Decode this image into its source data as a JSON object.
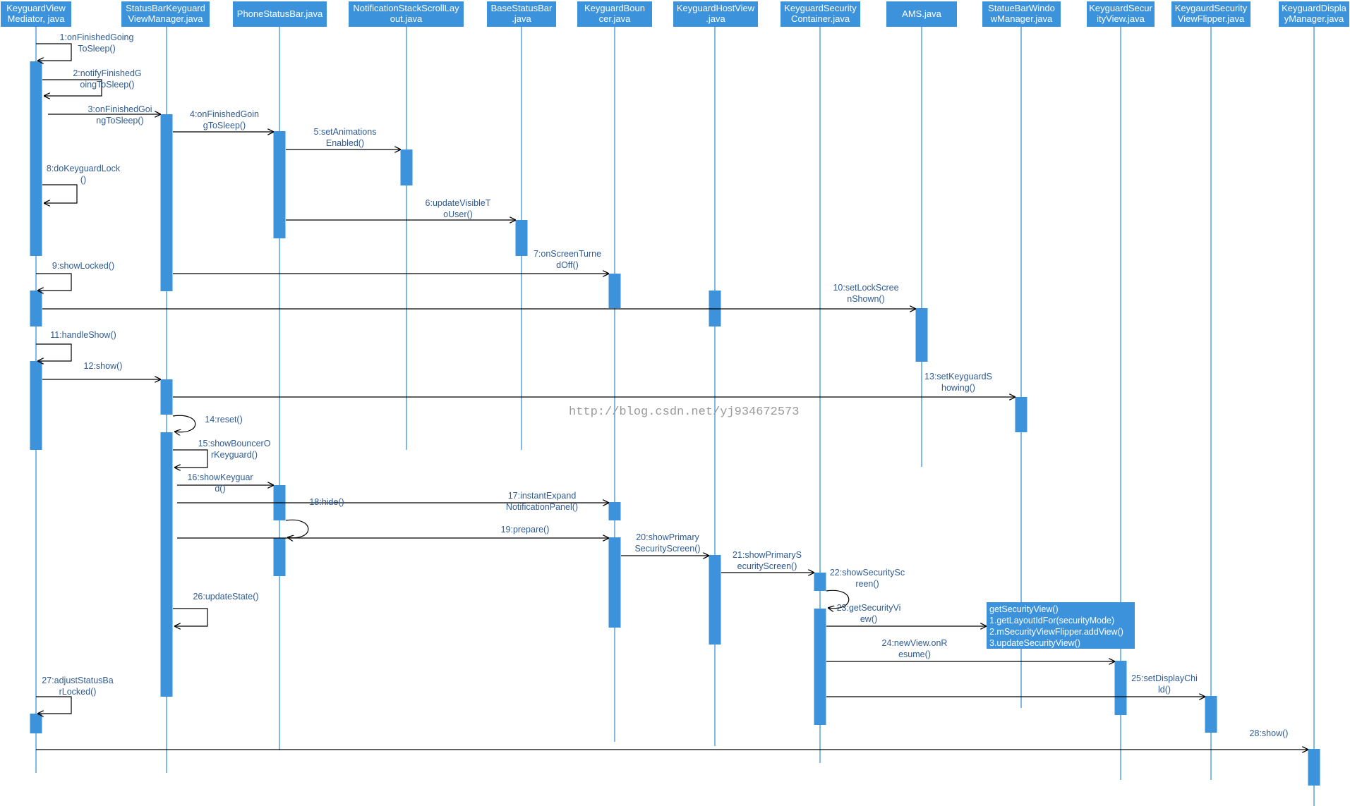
{
  "participants": [
    {
      "id": "kvm",
      "label": [
        "KeyguardView",
        "Mediator, java"
      ]
    },
    {
      "id": "sbkvm",
      "label": [
        "StatusBarKeyguard",
        "ViewManager.java"
      ]
    },
    {
      "id": "psb",
      "label": [
        "PhoneStatusBar.java"
      ]
    },
    {
      "id": "nssl",
      "label": [
        "NotificationStackScrollLay",
        "out.java"
      ]
    },
    {
      "id": "bsb",
      "label": [
        "BaseStatusBar",
        ".java"
      ]
    },
    {
      "id": "kb",
      "label": [
        "KeyguardBoun",
        "cer.java"
      ]
    },
    {
      "id": "khv",
      "label": [
        "KeyguardHostView",
        ".java"
      ]
    },
    {
      "id": "ksc",
      "label": [
        "KeyguardSecurity",
        "Container.java"
      ]
    },
    {
      "id": "ams",
      "label": [
        "AMS.java"
      ]
    },
    {
      "id": "sbwm",
      "label": [
        "StatueBarWindo",
        "wManager.java"
      ]
    },
    {
      "id": "ksv",
      "label": [
        "KeyguardSecur",
        "ityView.java"
      ]
    },
    {
      "id": "ksvf",
      "label": [
        "KeygaurdSecurity",
        "ViewFlipper.java"
      ]
    },
    {
      "id": "kdm",
      "label": [
        "KeyguardDispla",
        "yManager.java"
      ]
    }
  ],
  "messages": [
    {
      "label": [
        "1:onFinishedGoing",
        "ToSleep()"
      ]
    },
    {
      "label": [
        "2:notifyFinishedG",
        "oingToSleep()"
      ]
    },
    {
      "label": [
        "3:onFinishedGoi",
        "ngToSleep()"
      ]
    },
    {
      "label": [
        "4:onFinishedGoin",
        "gToSleep()"
      ]
    },
    {
      "label": [
        "5:setAnimations",
        "Enabled()"
      ]
    },
    {
      "label": [
        "6:updateVisibleT",
        "oUser()"
      ]
    },
    {
      "label": [
        "7:onScreenTurne",
        "dOff()"
      ]
    },
    {
      "label": [
        "8:doKeyguardLock",
        "()"
      ]
    },
    {
      "label": [
        "9:showLocked()"
      ]
    },
    {
      "label": [
        "10:setLockScree",
        "nShown()"
      ]
    },
    {
      "label": [
        "11:handleShow()"
      ]
    },
    {
      "label": [
        "12:show()"
      ]
    },
    {
      "label": [
        "13:setKeyguardS",
        "howing()"
      ]
    },
    {
      "label": [
        "14:reset()"
      ]
    },
    {
      "label": [
        "15:showBouncerO",
        "rKeyguard()"
      ]
    },
    {
      "label": [
        "16:showKeyguar",
        "d()"
      ]
    },
    {
      "label": [
        "17:instantExpand",
        "NotificationPanel()"
      ]
    },
    {
      "label": [
        "18:hide()"
      ]
    },
    {
      "label": [
        "19:prepare()"
      ]
    },
    {
      "label": [
        "20:showPrimary",
        "SecurityScreen()"
      ]
    },
    {
      "label": [
        "21:showPrimaryS",
        "ecurityScreen()"
      ]
    },
    {
      "label": [
        "22:showSecuritySc",
        "reen()"
      ]
    },
    {
      "label": [
        "23:getSecurityVi",
        "ew()"
      ]
    },
    {
      "label": [
        "24:newView.onR",
        "esume()"
      ]
    },
    {
      "label": [
        "25:setDisplayChi",
        "ld()"
      ]
    },
    {
      "label": [
        "26:updateState()"
      ]
    },
    {
      "label": [
        "27:adjustStatusBa",
        "rLocked()"
      ]
    },
    {
      "label": [
        "28:show()"
      ]
    }
  ],
  "note": {
    "lines": [
      "getSecurityView()",
      "1.getLayoutIdFor(securityMode)",
      "2.mSecurityViewFlipper.addView()",
      "3.updateSecurityView()"
    ]
  },
  "watermark": "http://blog.csdn.net/yj934672573",
  "colors": {
    "accent": "#3c93dc",
    "line": "#000000",
    "label": "#2f5b93"
  }
}
